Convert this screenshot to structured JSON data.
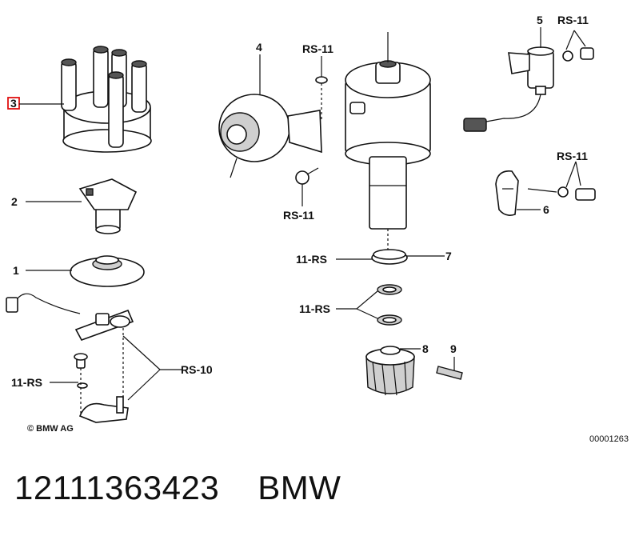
{
  "diagram": {
    "part_labels": {
      "p1": "1",
      "p2": "2",
      "p3": "3",
      "p4": "4",
      "p5": "5",
      "p6": "6",
      "p7": "7",
      "p8": "8",
      "p9": "9"
    },
    "ref_labels": {
      "rs11_top": "RS-11",
      "rs11_mid": "RS-11",
      "rs11_5": "RS-11",
      "rs11_6": "RS-11",
      "rs11_7": "11-RS",
      "rs11_ring": "11-RS",
      "rs11_left": "11-RS",
      "rs10": "RS-10"
    },
    "copyright": "© BMW AG",
    "diagram_id": "00001263"
  },
  "footer": {
    "part_number": "12111363423",
    "brand": "BMW"
  },
  "colors": {
    "highlight": "#e01010",
    "ink": "#111111"
  }
}
